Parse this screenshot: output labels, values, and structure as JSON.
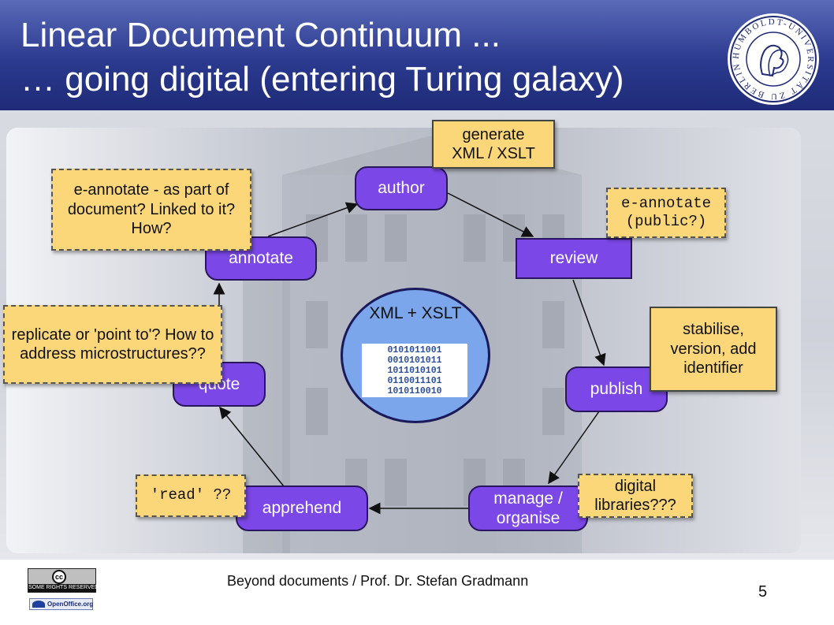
{
  "title": {
    "line1": "Linear Document Continuum ...",
    "line2": "… going digital (entering Turing galaxy)"
  },
  "logo": {
    "icon": "university-seal-icon",
    "seal_text": "HUMBOLDT-UNIVERSITÄT ZU BERLIN"
  },
  "diagram": {
    "nodes": {
      "author": "author",
      "review": "review",
      "publish": "publish",
      "manage": "manage / organise",
      "apprehend": "apprehend",
      "quote": "quote",
      "annotate": "annotate"
    },
    "notes": {
      "generate": "generate XML / XSLT",
      "e_annotate_public": "e-annotate (public?)",
      "stabilise": "stabilise, version, add identifier",
      "digital_libraries": "digital libraries???",
      "read": "'read' ??",
      "replicate": "replicate or 'point to'? How to address microstructures??",
      "e_annotate_part": "e-annotate - as part of document? Linked to it? How?"
    },
    "center": {
      "label": "XML + XSLT",
      "binary": [
        "0101011001",
        "0010101011",
        "1011010101",
        "0110011101",
        "1010110010"
      ]
    }
  },
  "footer": {
    "text": "Beyond documents / Prof. Dr. Stefan Gradmann",
    "page_number": "5",
    "cc_label": "SOME RIGHTS RESERVED",
    "oo_label": "OpenOffice.org"
  },
  "colors": {
    "header": "#2b3a8f",
    "node": "#7b47e6",
    "note": "#fbd77a",
    "center": "#7ba6ec"
  }
}
